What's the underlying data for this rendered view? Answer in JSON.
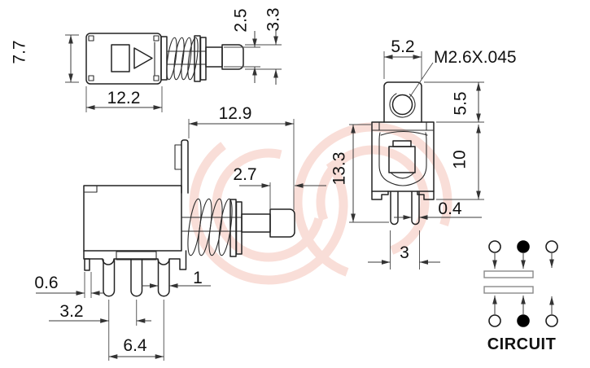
{
  "drawing": {
    "component": "push-button switch dimension drawing",
    "units": "mm",
    "colors": {
      "line": "#222222",
      "dimension": "#3a3a3a",
      "watermark": "#f4beb2"
    },
    "top_view": {
      "body_height": "7.7",
      "body_width": "12.2",
      "shaft_diameter": "2.5",
      "button_diameter": "3.3"
    },
    "side_view": {
      "protrusion_length": "12.9",
      "button_length": "2.7",
      "foot_width": "0.6",
      "edge_to_pin": "3.2",
      "pin_span": "6.4",
      "pin_width": "1"
    },
    "front_view": {
      "thread_callout": "M2.6X.045",
      "tab_width": "5.2",
      "tab_height": "5.5",
      "body_height": "10",
      "overall_height": "13.3",
      "pin_thickness": "0.4",
      "pin_pitch": "3"
    },
    "circuit": {
      "label": "CIRCUIT"
    }
  }
}
